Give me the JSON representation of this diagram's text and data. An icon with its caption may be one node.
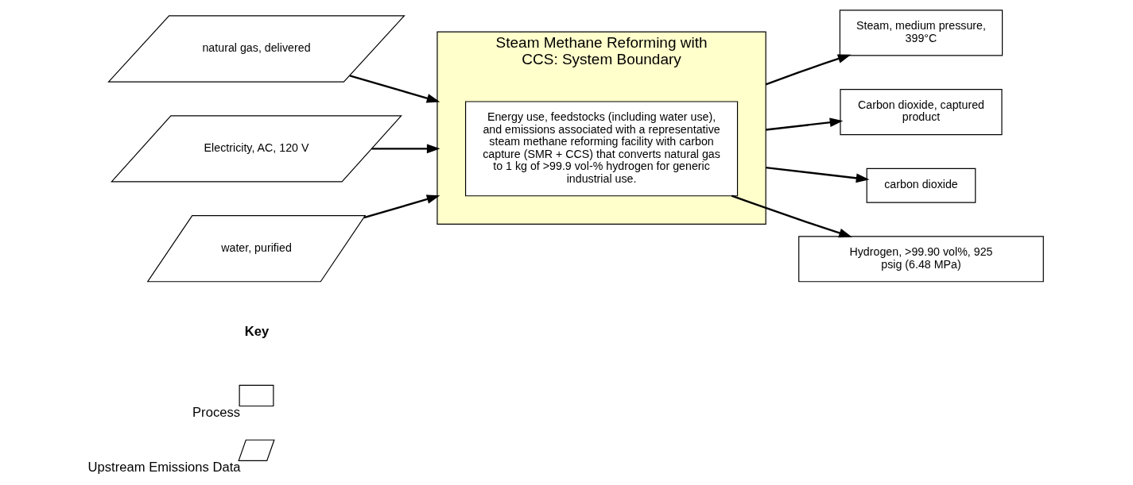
{
  "diagram": {
    "nodes": [
      {
        "text": [
          "natural gas, delivered"
        ]
      },
      {
        "text": [
          "Electricity, AC, 120 V"
        ]
      },
      {
        "text": [
          "water, purified"
        ]
      },
      {
        "text": [
          "Steam Methane Reforming with CCS: System Boundary"
        ]
      },
      {
        "text": [
          "Energy use, feedstocks (including water use), and emissions associated with a representative steam methane reforming facility with carbon capture (SMR + CCS) that converts natural gas to 1 kg of >99.9 vol-% hydrogen for generic industrial use."
        ],
        "in": 3
      },
      {
        "text": [
          "Steam, medium pressure, 399°C"
        ]
      },
      {
        "text": [
          "Carbon dioxide, captured product"
        ]
      },
      {
        "text": [
          "carbon dioxide"
        ]
      },
      {
        "text": [
          "Hydrogen, >99.90 vol%, 925 psig (6.48 MPa)"
        ]
      }
    ],
    "edges": [
      {
        "from": 0,
        "to": 3,
        "arrow": "to"
      },
      {
        "from": 1,
        "to": 3,
        "arrow": "to"
      },
      {
        "from": 2,
        "to": 3,
        "arrow": "to"
      },
      {
        "from": 3,
        "to": 5,
        "arrow": "to"
      },
      {
        "from": 3,
        "to": 6,
        "arrow": "to"
      },
      {
        "from": 3,
        "to": 7,
        "arrow": "to"
      },
      {
        "from": 4,
        "to": 8,
        "arrow": "to"
      }
    ],
    "labels": [
      "Key"
    ],
    "legend": [
      {
        "text": "Process"
      },
      {
        "text": "Upstream Emissions Data"
      }
    ]
  }
}
